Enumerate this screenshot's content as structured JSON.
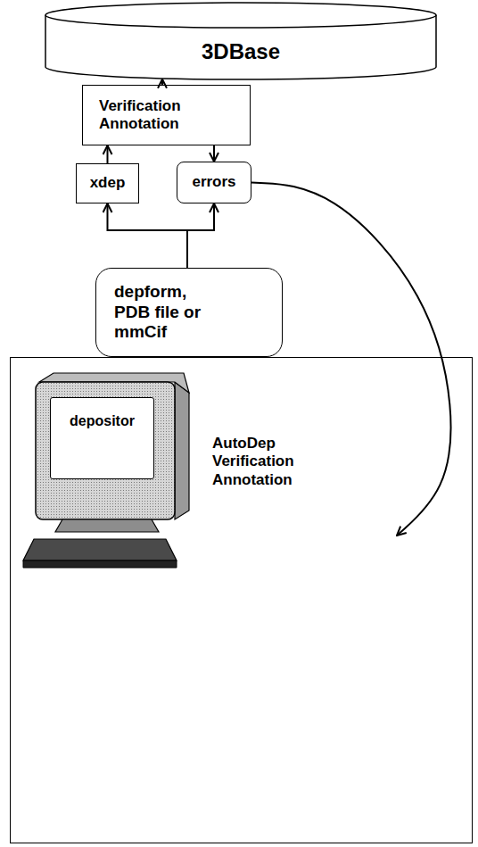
{
  "diagram": {
    "nodes": [
      {
        "text": [
          "3DBase"
        ]
      },
      {
        "text": [
          "Verification Annotation"
        ]
      },
      {
        "text": [
          "xdep"
        ]
      },
      {
        "text": [
          "errors"
        ]
      },
      {
        "text": [
          "depform, PDB file or mmCif"
        ]
      },
      {
        "text": [
          "AutoDep Verification Annotation"
        ]
      },
      {
        "text": [
          "depositor"
        ],
        "in": 5
      }
    ],
    "edges": [
      {
        "from": 1,
        "to": 0,
        "arrow": "to"
      },
      {
        "from": 2,
        "to": 1,
        "arrow": "to"
      },
      {
        "from": 1,
        "to": 3,
        "arrow": "to"
      },
      {
        "from": 4,
        "to": 2,
        "arrow": "to"
      },
      {
        "from": 4,
        "to": 3,
        "arrow": "to"
      },
      {
        "from": 3,
        "to": 5,
        "arrow": "to"
      },
      {
        "from": 4,
        "to": 5,
        "arrow": "none"
      }
    ]
  }
}
